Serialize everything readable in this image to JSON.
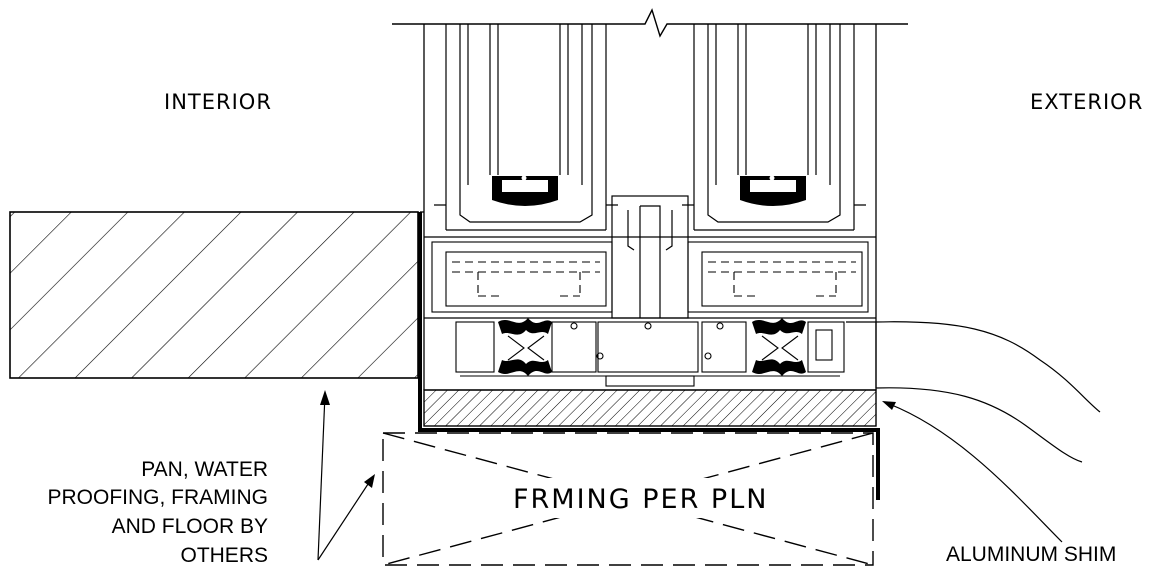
{
  "labels": {
    "interior": "INTERIOR",
    "exterior": "EXTERIOR",
    "framing": "FRMING PER PLN",
    "aluminum_shim": "ALUMINUM SHIM",
    "pan_note": [
      "PAN,  WATER",
      "PROOFING, FRAMING",
      "AND FLOOR BY",
      "OTHERS"
    ]
  }
}
